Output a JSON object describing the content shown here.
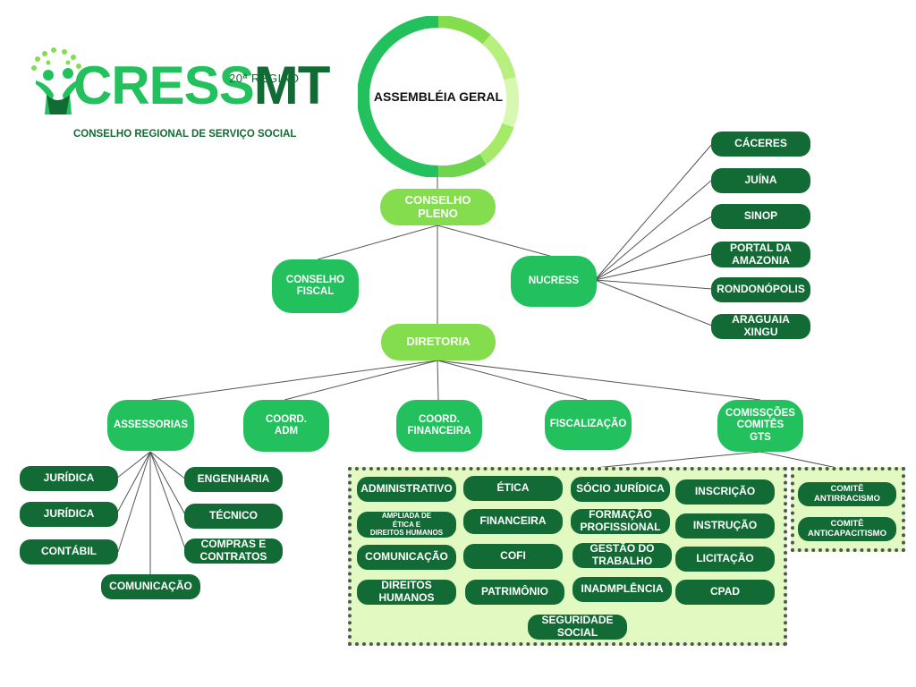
{
  "logo": {
    "brand_a": "CRESS",
    "brand_b": "MT",
    "region": "20ª REGIÃO",
    "council": "CONSELHO REGIONAL DE SERVIÇO SOCIAL",
    "icon": "people-tree-icon"
  },
  "top": {
    "assembly": "ASSEMBLÉIA GERAL"
  },
  "level1": {
    "conselho_pleno": "CONSELHO\nPLENO"
  },
  "level2": {
    "conselho_fiscal": "CONSELHO\nFISCAL",
    "nucress": "NUCRESS",
    "diretoria": "DIRETORIA"
  },
  "nucress_items": [
    "CÁCERES",
    "JUÍNA",
    "SINOP",
    "PORTAL DA\nAMAZONIA",
    "RONDONÓPOLIS",
    "ARAGUAIA\nXINGU"
  ],
  "level3": {
    "assessorias": "ASSESSORIAS",
    "coord_adm": "COORD.\nADM",
    "coord_fin": "COORD.\nFINANCEIRA",
    "fiscalizacao": "FISCALIZAÇÃO",
    "comissoes": "COMISSÇÕES\nCOMITÊS\nGTs"
  },
  "assessorias_items": [
    "JURÍDICA",
    "JURÍDICA",
    "CONTÁBIL",
    "COMUNICAÇÃO",
    "ENGENHARIA",
    "TÉCNICO",
    "COMPRAS E\nCONTRATOS"
  ],
  "comissoes_items": [
    "ADMINISTRATIVO",
    "ÉTICA",
    "SÓCIO JURÍDICA",
    "INSCRIÇÃO",
    "AMPLIADA DE\nÉTICA E\nDIREITOS HUMANOS",
    "FINANCEIRA",
    "FORMAÇÃO\nPROFISSIONAL",
    "INSTRUÇÃO",
    "COMUNICAÇÃO",
    "COFI",
    "GESTÃO DO\nTRABALHO",
    "LICITAÇÃO",
    "DIREITOS\nHUMANOS",
    "PATRIMÔNIO",
    "INADMPLÊNCIA",
    "CPAD",
    "SEGURIDADE\nSOCIAL"
  ],
  "comites": [
    "COMITÊ\nANTIRRACISMO",
    "COMITÊ\nANTICAPACITISMO"
  ],
  "colors": {
    "dark": "#126b34",
    "mid": "#22c15e",
    "light": "#84dd4c",
    "zone": "#e3f9c2"
  }
}
